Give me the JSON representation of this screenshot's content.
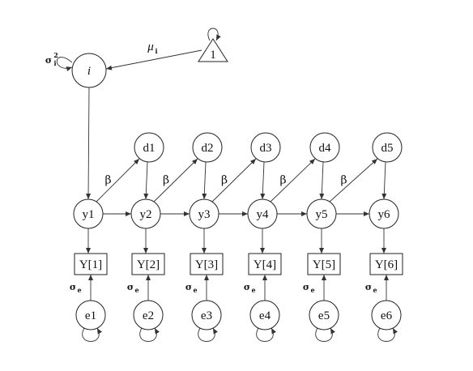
{
  "intercept": {
    "label": "i",
    "variance_label": "σ",
    "variance_sub": "i",
    "variance_sup": "2"
  },
  "constant": {
    "label": "1",
    "mean_label": "μ",
    "mean_sub": "i"
  },
  "latent_y": [
    "y1",
    "y2",
    "y3",
    "y4",
    "y5",
    "y6"
  ],
  "disturbances": [
    "d1",
    "d2",
    "d3",
    "d4",
    "d5"
  ],
  "observed": [
    "Y[1]",
    "Y[2]",
    "Y[3]",
    "Y[4]",
    "Y[5]",
    "Y[6]"
  ],
  "errors": [
    "e1",
    "e2",
    "e3",
    "e4",
    "e5",
    "e6"
  ],
  "beta_label": "β",
  "error_variance_label": "σ",
  "error_variance_sub": "e",
  "colors": {
    "stroke": "#222222",
    "background": "#ffffff"
  }
}
